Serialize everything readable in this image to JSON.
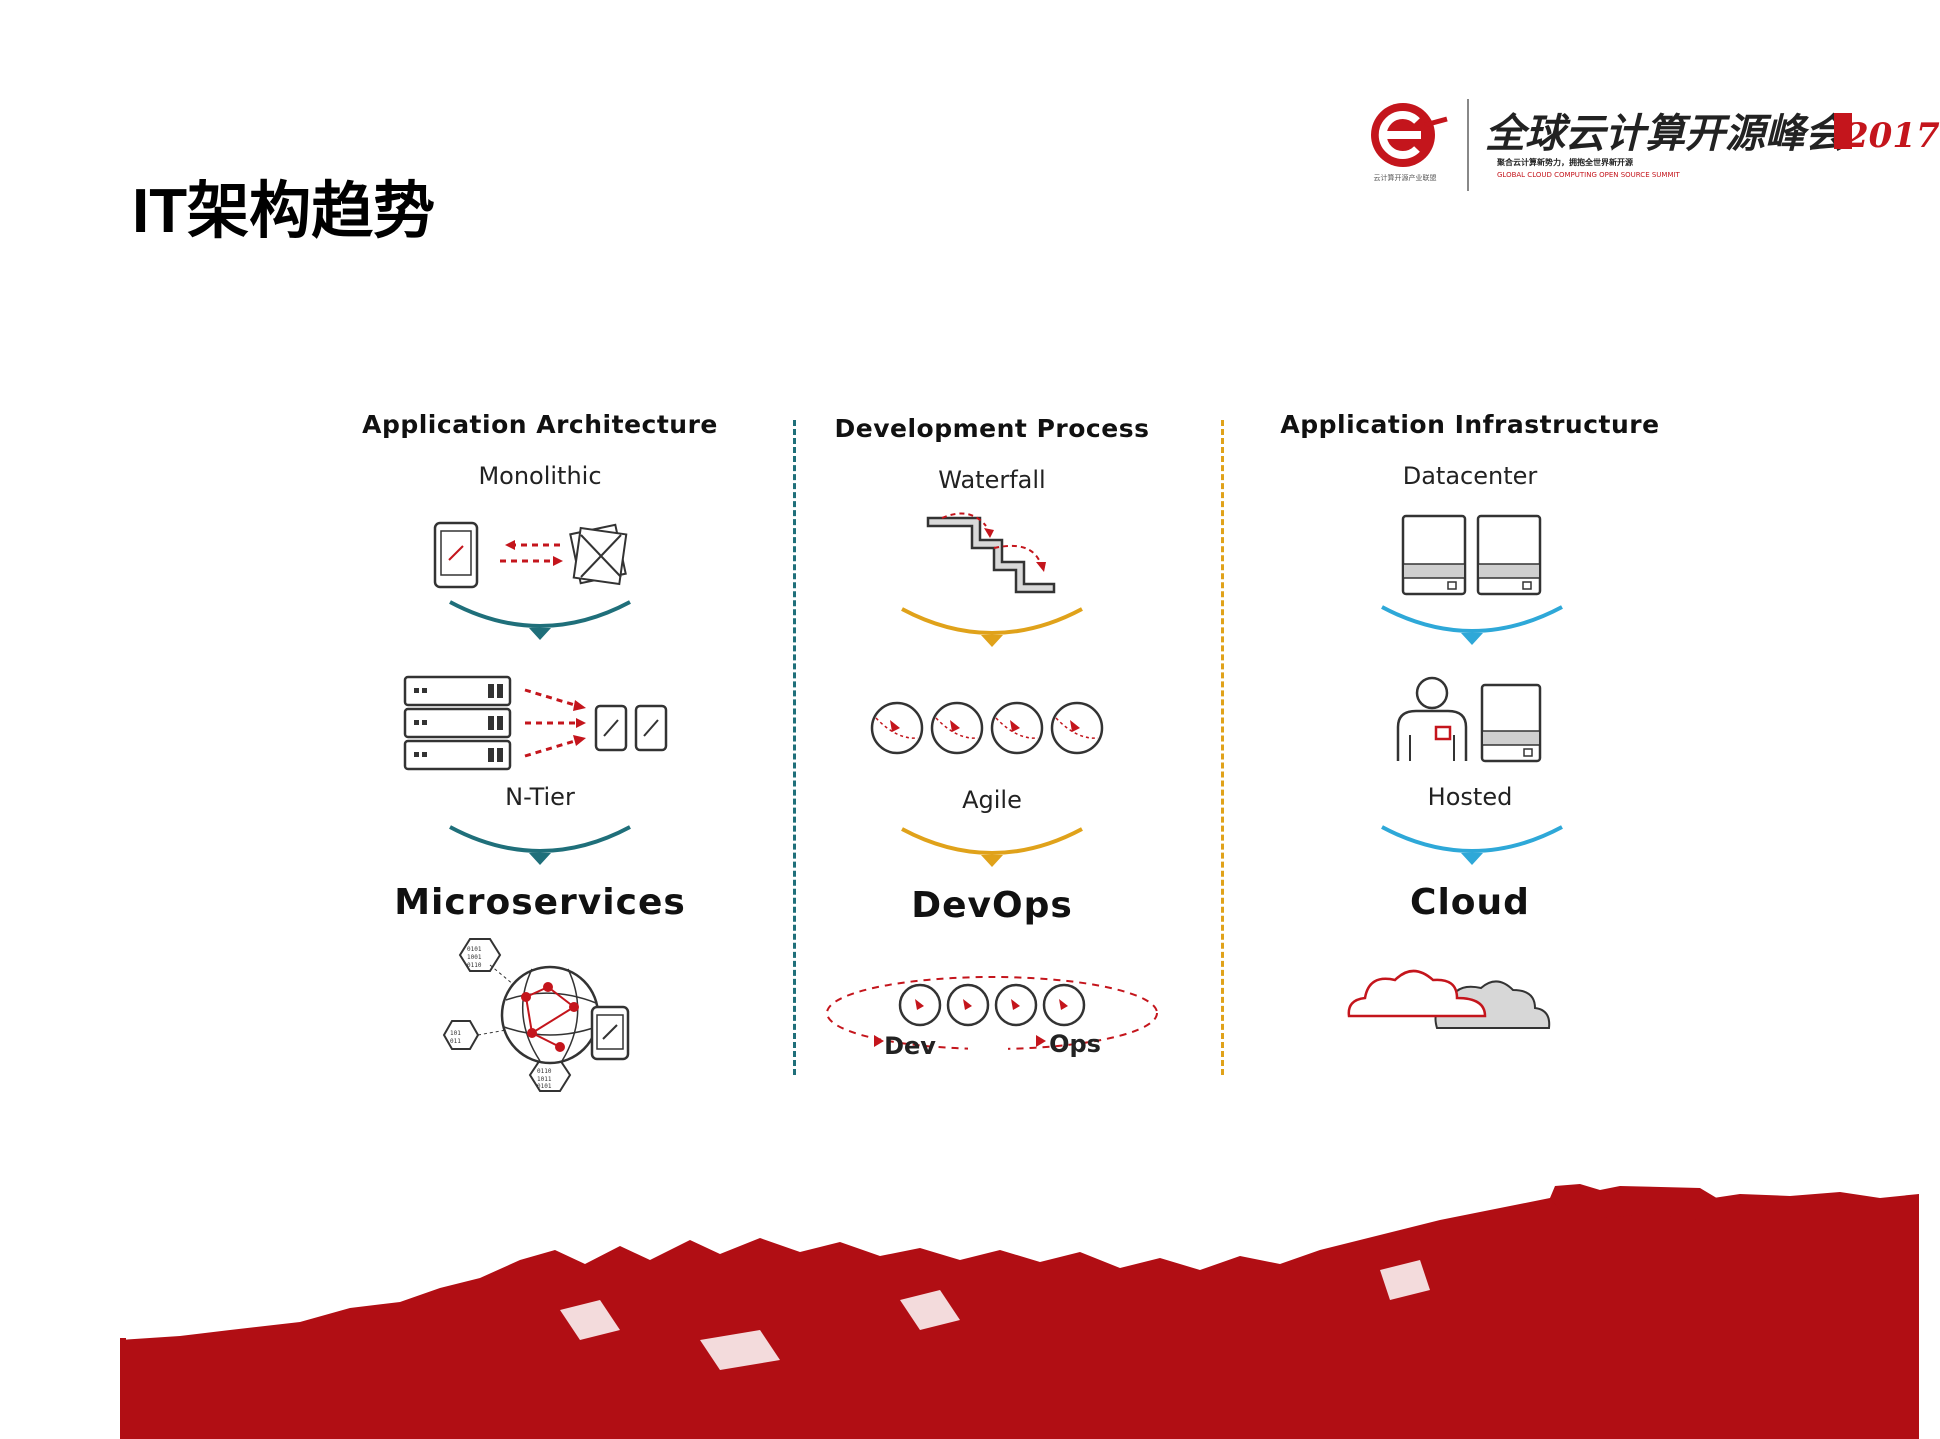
{
  "title": "IT架构趋势",
  "logo": {
    "org_text": "云计算开源产业联盟",
    "summit_text": "全球云计算开源峰会",
    "year": "2017",
    "slogan": "聚合云计算新势力，拥抱全世界新开源",
    "english": "GLOBAL CLOUD COMPUTING OPEN SOURCE SUMMIT",
    "brand_color": "#c4151c"
  },
  "columns": [
    {
      "heading": "Application Architecture",
      "stage1": "Monolithic",
      "stage2": "N-Tier",
      "final": "Microservices",
      "accent": "#1f6f7a"
    },
    {
      "heading": "Development Process",
      "stage1": "Waterfall",
      "stage2": "Agile",
      "final": "DevOps",
      "accent": "#e0a21a",
      "loop_labels": {
        "dev": "Dev",
        "ops": "Ops"
      }
    },
    {
      "heading": "Application Infrastructure",
      "stage1": "Datacenter",
      "stage2": "Hosted",
      "final": "Cloud",
      "accent": "#2ea8d8"
    }
  ],
  "colors": {
    "accent_red": "#c4151c",
    "mountain_red": "#b10e14"
  }
}
